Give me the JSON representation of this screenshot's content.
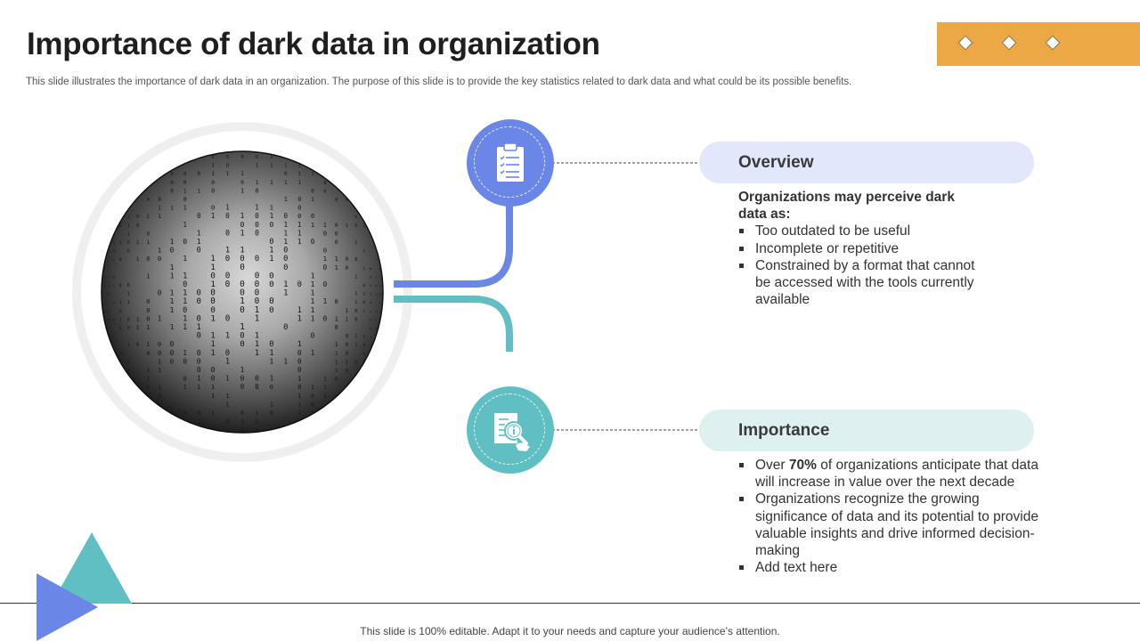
{
  "header": {
    "title": "Importance of dark data in organization",
    "subtitle": "This slide illustrates the importance of dark data in an organization. The purpose of this slide is to provide the key statistics related to dark data and what could be its possible benefits."
  },
  "colors": {
    "accent_orange": "#eda846",
    "blue": "#6a86e6",
    "teal": "#5fbfc3",
    "overview_pill": "#e3e7fb",
    "importance_pill": "#dff0f0"
  },
  "overview": {
    "label": "Overview",
    "icon": "clipboard-checklist-icon",
    "heading": "Organizations may perceive dark data as:",
    "bullets": [
      "Too outdated to be useful",
      "Incomplete or repetitive",
      "Constrained by a format that cannot be accessed with the tools currently available"
    ]
  },
  "importance": {
    "label": "Importance",
    "icon": "document-magnifier-info-icon",
    "bullet1_prefix": "Over ",
    "bullet1_bold": "70%",
    "bullet1_suffix": " of organizations anticipate that data will increase in value over the next decade",
    "bullets": [
      "Organizations recognize the growing significance of data and its potential to provide valuable insights and drive informed decision-making",
      "Add text here"
    ]
  },
  "footer": {
    "text": "This slide is 100% editable. Adapt it to your needs and capture your audience’s attention."
  }
}
